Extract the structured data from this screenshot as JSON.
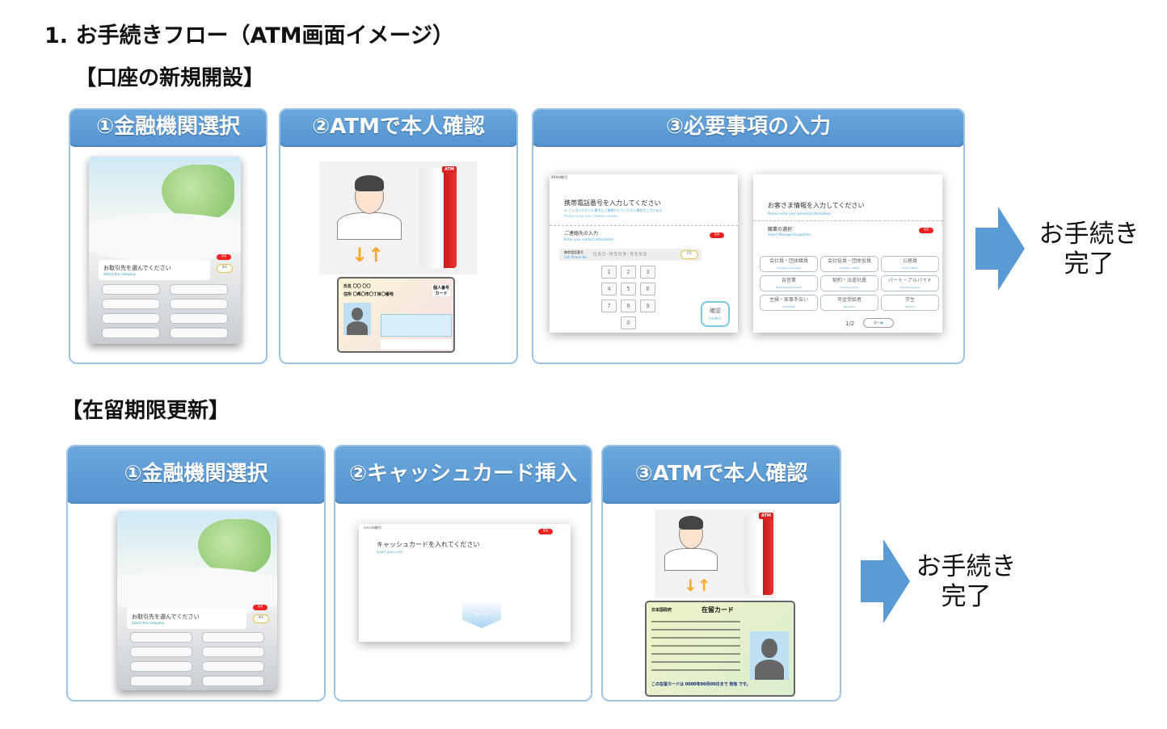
{
  "title": "1.  お手続きフロー（ATM画面イメージ）",
  "section1": {
    "heading": "【口座の新規開設】",
    "steps": [
      {
        "label": "①金融機関選択"
      },
      {
        "label": "②ATMで本人確認"
      },
      {
        "label": "③必要事項の入力"
      }
    ],
    "done_line1": "お手続き",
    "done_line2": "完了"
  },
  "section2": {
    "heading": "【在留期限更新】",
    "steps": [
      {
        "label": "①金融機関選択"
      },
      {
        "label": "②キャッシュカード挿入"
      },
      {
        "label": "③ATMで本人確認"
      }
    ],
    "done_line1": "お手続き",
    "done_line2": "完了"
  },
  "atm_select": {
    "prompt": "お取引先を選んでください",
    "prompt_en": "Select the company",
    "cancel": "取消",
    "back": "戻る"
  },
  "id_card": {
    "name": "氏名 〇〇 〇〇",
    "address": "住所 〇県〇市〇丁目〇番地",
    "type": "個人番号カード"
  },
  "phone_screen": {
    "bank": "XXXの取引",
    "title": "携帯電話番号を入力してください",
    "note": "≫ ご入力いただいた番号にご連絡させていただく場合がございます",
    "note_en": "Please enter your mobile number.",
    "section": "ご連絡先の入力",
    "section_en": "Enter your contact information.",
    "field_label": "携帯電話番号",
    "field_label_en": "Cell Phone No.",
    "value": "080-9999-9999",
    "clear": "訂正",
    "cancel": "取消",
    "keys": [
      "1",
      "2",
      "3",
      "4",
      "5",
      "6",
      "7",
      "8",
      "9",
      "0"
    ],
    "confirm": "確認",
    "confirm_en": "Confirm"
  },
  "info_screen": {
    "title": "お客さま情報を入力してください",
    "title_en": "Please enter your personal information.",
    "section": "職業の選択",
    "section_en": "Select Managerial position.",
    "cancel": "取消",
    "jobs": [
      {
        "ja": "会社員・団体職員",
        "en": "Company employee"
      },
      {
        "ja": "会社役員・団体役員",
        "en": "Company officer"
      },
      {
        "ja": "公務員",
        "en": "Public officer"
      },
      {
        "ja": "自営業",
        "en": "Self-employed worker"
      },
      {
        "ja": "契約・派遣社員",
        "en": "Contract worker"
      },
      {
        "ja": "パート・アルバイト",
        "en": "Part-time worker"
      },
      {
        "ja": "主婦・家事手伝い",
        "en": "Housewife"
      },
      {
        "ja": "年金受給者",
        "en": "Pensioner"
      },
      {
        "ja": "学生",
        "en": "Student"
      }
    ],
    "page": "1/2",
    "next": "次へ"
  },
  "card_screen": {
    "bank": "×××の取引",
    "title": "キャッシュカードを入れてください",
    "title_en": "Insert your card.",
    "cancel": "取消",
    "slot": "カード"
  },
  "residence_card": {
    "country": "日本国政府",
    "title": "在留カード",
    "validity": "この在留カードは 0000年00月00日まで 有効 です。"
  },
  "colors": {
    "header": "#5b9bd5",
    "border": "#9dc3e6",
    "arrow": "#5b9bd5"
  }
}
